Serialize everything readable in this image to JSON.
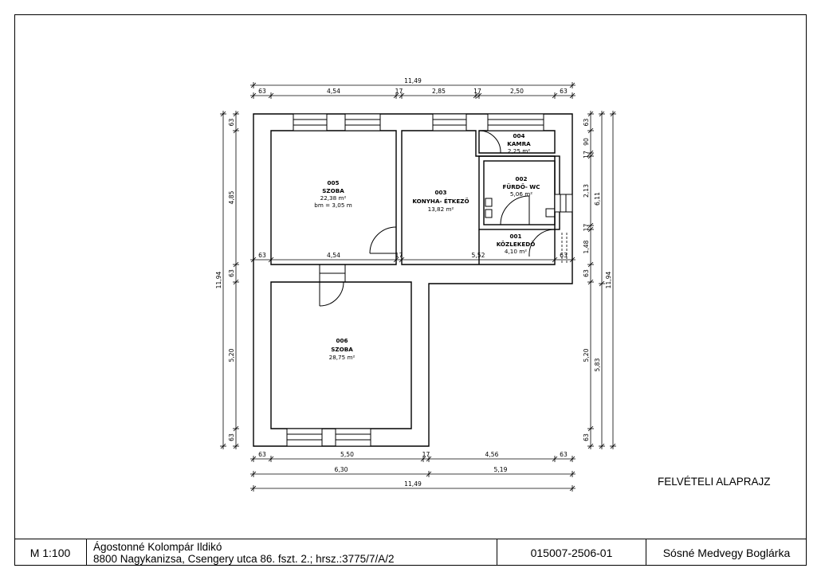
{
  "drawing_title": "FELVÉTELI ALAPRAJZ",
  "title_block": {
    "scale": "M 1:100",
    "owner_name": "Ágostonné Kolompár Ildikó",
    "address": "8800 Nagykanizsa, Csengery utca 86. fszt. 2.; hrsz.:3775/7/A/2",
    "drawing_code": "015007-2506-01",
    "author": "Sósné Medvegy Boglárka"
  },
  "rooms": {
    "r004": {
      "number": "004",
      "name": "KAMRA",
      "area": "2,25 m²"
    },
    "r002": {
      "number": "002",
      "name": "FÜRDŐ- WC",
      "area": "5,06 m²"
    },
    "r005": {
      "number": "005",
      "name": "SZOBA",
      "area": "22,38 m²",
      "height": "bm = 3,05 m"
    },
    "r003": {
      "number": "003",
      "name": "KONYHA- ÉTKEZŐ",
      "area": "13,82 m²"
    },
    "r001": {
      "number": "001",
      "name": "KÖZLEKEDŐ",
      "area": "4,10 m²"
    },
    "r006": {
      "number": "006",
      "name": "SZOBA",
      "area": "28,75 m²"
    }
  },
  "dims": {
    "top_total": "11,49",
    "top": [
      "63",
      "4,54",
      "17",
      "2,85",
      "17",
      "2,50",
      "63"
    ],
    "mid": [
      "63",
      "4,54",
      "17",
      "5,52",
      "63"
    ],
    "bottom1": [
      "63",
      "5,50",
      "17",
      "4,56",
      "63"
    ],
    "bottom2": [
      "6,30",
      "5,19"
    ],
    "bottom_total": "11,49",
    "left": [
      "63",
      "4,85",
      "63",
      "5,20",
      "63"
    ],
    "left_total": "11,94",
    "right_inner": [
      "63",
      "90",
      "17",
      "2,13",
      "17",
      "1,48",
      "63",
      "5,20",
      "63"
    ],
    "right_mid": [
      "6,11",
      "5,83"
    ],
    "right_total": "11,94"
  }
}
